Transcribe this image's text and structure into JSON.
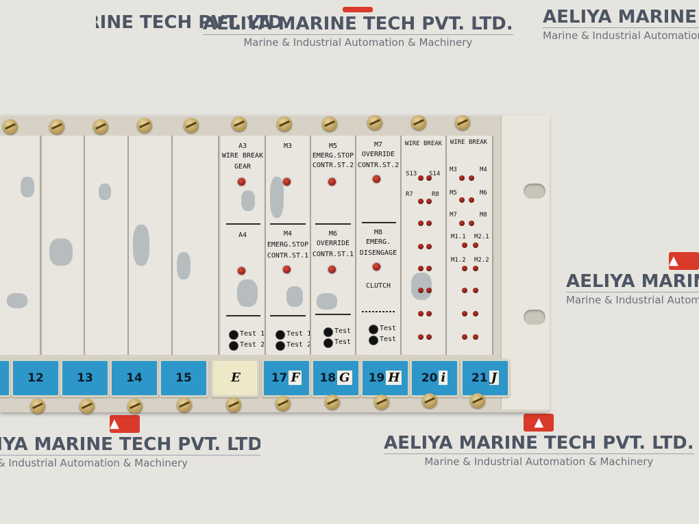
{
  "watermark": {
    "brand": "AELIYA MARINE TECH PVT. LTD.",
    "tagline": "Marine & Industrial Automation & Machinery"
  },
  "cards": [
    {
      "id": "A3",
      "top_labels": [
        "A3",
        "WIRE BREAK",
        "GEAR"
      ],
      "bottom_labels": [
        "A4"
      ],
      "test": true
    },
    {
      "id": "M3",
      "top_labels": [
        "M3"
      ],
      "bottom_labels": [
        "M4",
        "EMERG.STOP",
        "CONTR.ST.1"
      ],
      "test": true
    },
    {
      "id": "M5",
      "top_labels": [
        "M5",
        "EMERG.STOP",
        "CONTR.ST.2"
      ],
      "bottom_labels": [
        "M6",
        "OVERRIDE",
        "CONTR.ST.1"
      ],
      "test": true
    },
    {
      "id": "M7",
      "top_labels": [
        "M7",
        "OVERRIDE",
        "CONTR.ST.2"
      ],
      "bottom_labels": [
        "M8",
        "EMERG.",
        "DISENGAGE",
        "CLUTCH"
      ],
      "test": true
    },
    {
      "id": "WB1",
      "top_labels": [
        "WIRE BREAK"
      ],
      "rows": [
        "S13",
        "S14",
        "R7",
        "R8"
      ]
    },
    {
      "id": "WB2",
      "top_labels": [
        "WIRE BREAK"
      ],
      "rows": [
        "M3",
        "M4",
        "M5",
        "M6",
        "M7",
        "M8",
        "M1.1",
        "M2.1",
        "M1.2",
        "M2.2"
      ]
    }
  ],
  "test_labels": {
    "t1": "Test 1",
    "t2": "Test 2"
  },
  "slot_tags": [
    {
      "num": "12",
      "hand": ""
    },
    {
      "num": "13",
      "hand": ""
    },
    {
      "num": "14",
      "hand": ""
    },
    {
      "num": "15",
      "hand": ""
    },
    {
      "num": "",
      "hand": "E"
    },
    {
      "num": "17",
      "hand": "F"
    },
    {
      "num": "18",
      "hand": "G"
    },
    {
      "num": "19",
      "hand": "H"
    },
    {
      "num": "20",
      "hand": "i"
    },
    {
      "num": "21",
      "hand": "J"
    }
  ],
  "colors": {
    "tag_blue": "#2d97c9",
    "led_red": "#c23a2c",
    "brand_red": "#d93a2a"
  }
}
